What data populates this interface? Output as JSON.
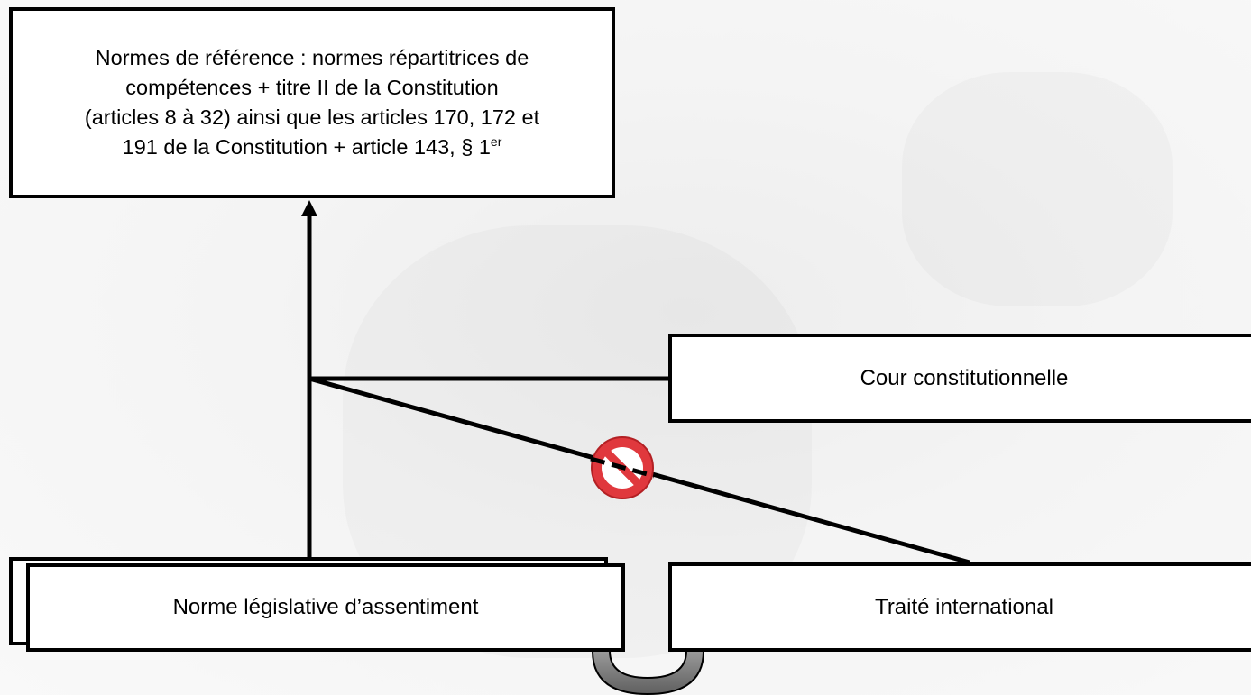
{
  "diagram": {
    "reference_box": {
      "lines": [
        "Normes de référence : normes répartitrices de",
        "compétences + titre II de la Constitution",
        "(articles 8 à 32) ainsi que les articles 170, 172 et",
        "191 de la Constitution + article 143, § 1"
      ],
      "superscript": "er"
    },
    "court_box": {
      "label": "Cour constitutionnelle"
    },
    "assent_norm_box": {
      "label": "Norme législative d’assentiment"
    },
    "treaty_box": {
      "label": "Traité international"
    },
    "prohibition_icon": "no-entry-icon",
    "colors": {
      "prohibition_red": "#e0383d",
      "link_gray": "#7a7a7a",
      "line": "#000000"
    }
  }
}
